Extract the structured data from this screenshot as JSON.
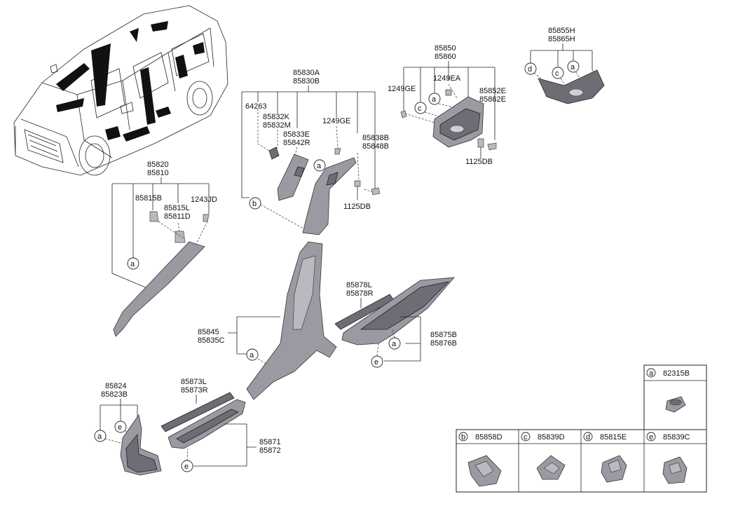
{
  "labels": {
    "p85830": [
      "85830A",
      "85830B"
    ],
    "p85850": [
      "85850",
      "85860"
    ],
    "p85855": [
      "85855H",
      "85865H"
    ],
    "p64263": "64263",
    "p85832": [
      "85832K",
      "85832M"
    ],
    "p85833": [
      "85833E",
      "85842R"
    ],
    "p1249GE_mid": "1249GE",
    "p85838": [
      "85838B",
      "85848B"
    ],
    "p1125DB_mid": "1125DB",
    "p1249GE_right": "1249GE",
    "p1249EA": "1249EA",
    "p85852": [
      "85852E",
      "85862E"
    ],
    "p1125DB_right": "1125DB",
    "p85820": [
      "85820",
      "85810"
    ],
    "p85815B": "85815B",
    "p85815L": [
      "85815L",
      "85811D"
    ],
    "p1243JD": "1243JD",
    "p85878": [
      "85878L",
      "85878R"
    ],
    "p85845": [
      "85845",
      "85835C"
    ],
    "p85875": [
      "85875B",
      "85876B"
    ],
    "p85824": [
      "85824",
      "85823B"
    ],
    "p85873": [
      "85873L",
      "85873R"
    ],
    "p85871": [
      "85871",
      "85872"
    ]
  },
  "callouts": {
    "a": "a",
    "b": "b",
    "c": "c",
    "d": "d",
    "e": "e"
  },
  "legend": [
    {
      "letter": "a",
      "part": "82315B"
    },
    {
      "letter": "b",
      "part": "85858D"
    },
    {
      "letter": "c",
      "part": "85839D"
    },
    {
      "letter": "d",
      "part": "85815E"
    },
    {
      "letter": "e",
      "part": "85839C"
    }
  ],
  "colors": {
    "part": "#9a9aa2",
    "part_dark": "#6d6d75",
    "line": "#222222"
  }
}
